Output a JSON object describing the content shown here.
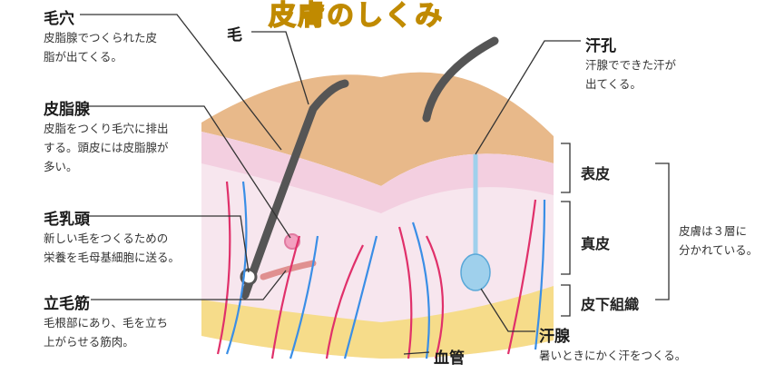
{
  "title": "皮膚のしくみ",
  "labels": {
    "pore": {
      "term": "毛穴",
      "desc": "皮脂腺でつくられた皮\n脂が出てくる。"
    },
    "sebaceous": {
      "term": "皮脂腺",
      "desc": "皮脂をつくり毛穴に排出\nする。頭皮には皮脂腺が\n多い。"
    },
    "papilla": {
      "term": "毛乳頭",
      "desc": "新しい毛をつくるための\n栄養を毛母基細胞に送る。"
    },
    "erector": {
      "term": "立毛筋",
      "desc": "毛根部にあり、毛を立ち\n上がらせる筋肉。"
    },
    "hair": {
      "term": "毛"
    },
    "sweat_pore": {
      "term": "汗孔",
      "desc": "汗腺でできた汗が\n出てくる。"
    },
    "epidermis": {
      "term": "表皮"
    },
    "dermis": {
      "term": "真皮"
    },
    "subcutis": {
      "term": "皮下組織"
    },
    "layers_note": {
      "desc": "皮膚は３層に\n分かれている。"
    },
    "sweat_gland": {
      "term": "汗腺",
      "desc": "暑いときにかく汗をつくる。"
    },
    "vessel": {
      "term": "血管"
    }
  },
  "colors": {
    "title": "#f5c400",
    "skin_top": "#e8b98a",
    "epidermis": "#f3cfe0",
    "dermis": "#f7e6ee",
    "subcutis": "#f6dc8a",
    "artery": "#e0306a",
    "vein": "#3a8ee6",
    "hair": "#555555"
  }
}
